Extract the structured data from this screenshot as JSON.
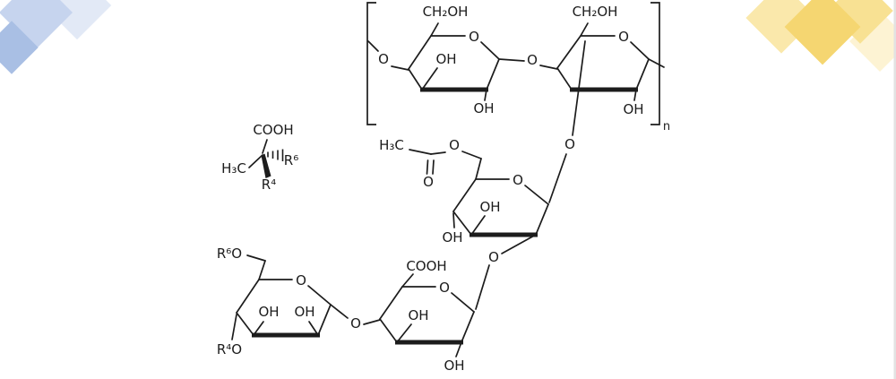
{
  "canvas": {
    "background": "#ffffff",
    "ink": "#1c1c1c",
    "edge_color": "#e2e2e2"
  },
  "decor": {
    "blue_light": "#e2e9f6",
    "blue_mid": "#c6d4ee",
    "blue_dark": "#a9bfe4",
    "yellow_pale": "#fdf3d3",
    "yellow_light": "#fae8ab",
    "yellow_mid": "#f8e193",
    "yellow_strong": "#f5d671"
  },
  "molecule": {
    "repeat_subscript": "n",
    "labels": {
      "ch2oh": "CH₂OH",
      "oh": "OH",
      "o": "O",
      "cooh": "COOH",
      "h3c": "H₃C",
      "r6": "R⁶",
      "r4": "R⁴",
      "r6o": "R⁶O",
      "r4o": "R⁴O"
    }
  }
}
